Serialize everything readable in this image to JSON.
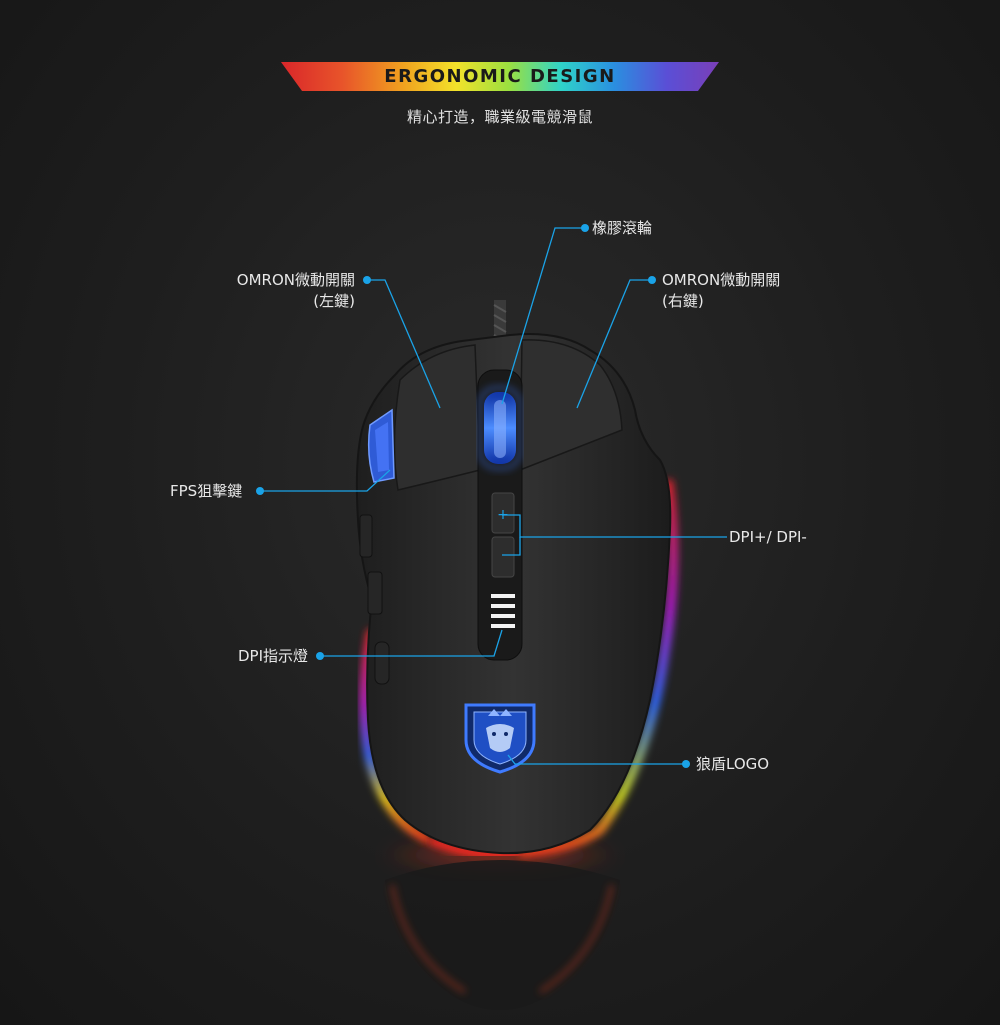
{
  "header": {
    "title": "ERGONOMIC DESIGN",
    "subtitle": "精心打造，職業級電競滑鼠"
  },
  "callouts": {
    "scroll_wheel": "橡膠滾輪",
    "left_switch_line1": "OMRON微動開關",
    "left_switch_line2": "(左鍵)",
    "right_switch_line1": "OMRON微動開關",
    "right_switch_line2": "(右鍵)",
    "fps_sniper": "FPS狙擊鍵",
    "dpi_buttons": "DPI+/ DPI-",
    "dpi_indicator": "DPI指示燈",
    "logo": "狼盾LOGO"
  },
  "colors": {
    "accent_blue": "#1aa3e8",
    "mouse_body": "#2b2b2b",
    "glow_blue": "#2f6bff",
    "rgb_red": "#e8202a",
    "rgb_magenta": "#c21fd0"
  }
}
